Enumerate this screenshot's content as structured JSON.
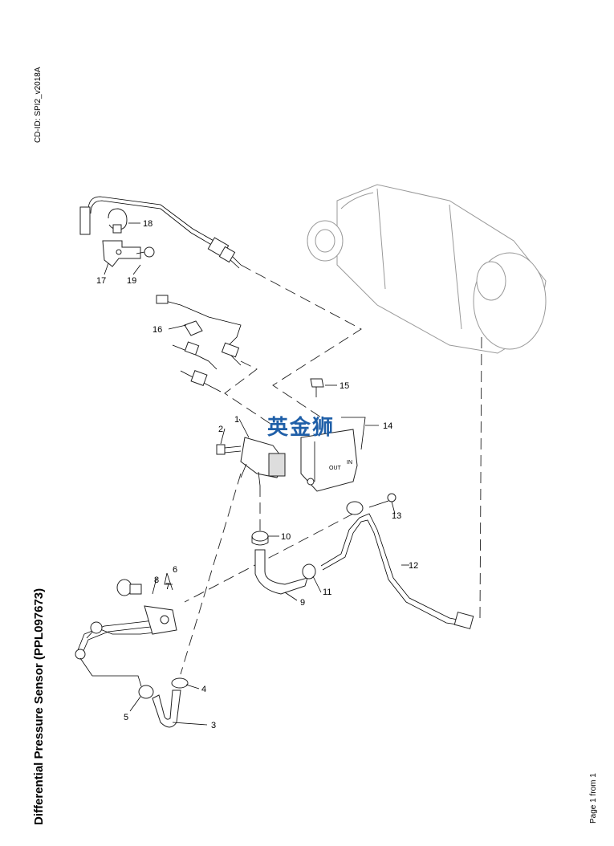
{
  "document": {
    "cd_id": "CD-ID: SPI2_v2018A",
    "title": "Differential Pressure Sensor (PPL097673)",
    "page": "Page 1 from 1",
    "watermark": "英金狮"
  },
  "callouts": [
    "1",
    "2",
    "3",
    "4",
    "5",
    "6",
    "7",
    "8",
    "9",
    "10",
    "11",
    "12",
    "13",
    "14",
    "15",
    "16",
    "17",
    "18",
    "19"
  ],
  "components": {
    "dpf_box_labels": [
      "OUT",
      "IN"
    ]
  }
}
